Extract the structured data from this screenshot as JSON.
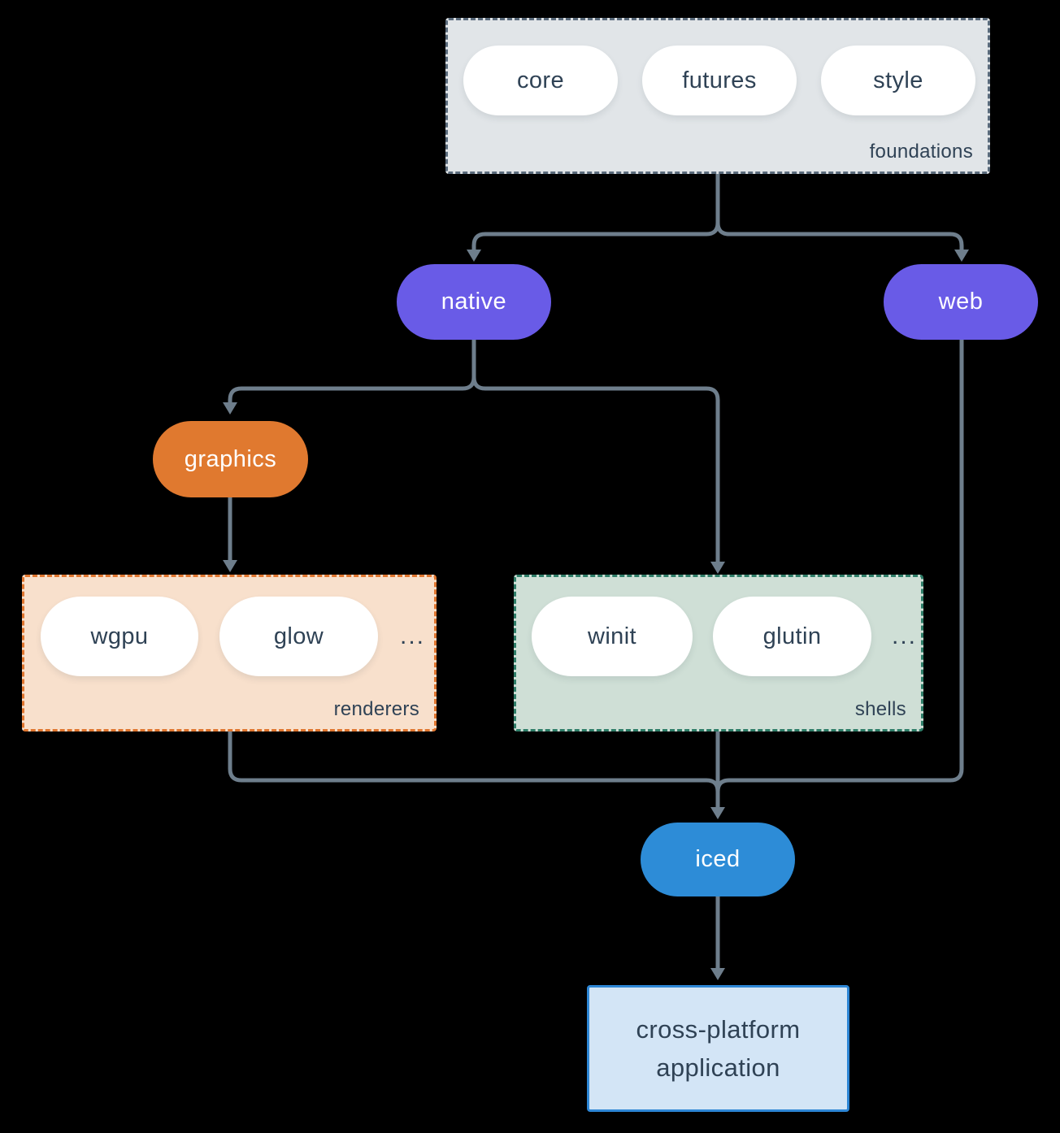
{
  "colors": {
    "bg": "#000000",
    "arrow": "#6E7E8C",
    "text": "#2F4255",
    "node-text": "#FFFFFF",
    "pill-bg": "#FFFFFF",
    "node-purple": "#695BE7",
    "node-orange": "#E0792F",
    "node-blue": "#2D8CD7",
    "foundations-fill": "#E1E5E8",
    "foundations-border": "#5A6B7C",
    "renderers-fill": "#F8E0CC",
    "renderers-border": "#E0762F",
    "shells-fill": "#CFDFD6",
    "shells-border": "#2E7D68",
    "app-fill": "#D3E5F6",
    "app-border": "#2D86D5"
  },
  "foundations": {
    "label": "foundations",
    "pills": [
      "core",
      "futures",
      "style"
    ]
  },
  "nodes": {
    "native": "native",
    "web": "web",
    "graphics": "graphics",
    "iced": "iced"
  },
  "renderers": {
    "label": "renderers",
    "pills": [
      "wgpu",
      "glow"
    ],
    "ellipsis": "..."
  },
  "shells": {
    "label": "shells",
    "pills": [
      "winit",
      "glutin"
    ],
    "ellipsis": "..."
  },
  "application": {
    "line1": "cross-platform",
    "line2": "application"
  }
}
